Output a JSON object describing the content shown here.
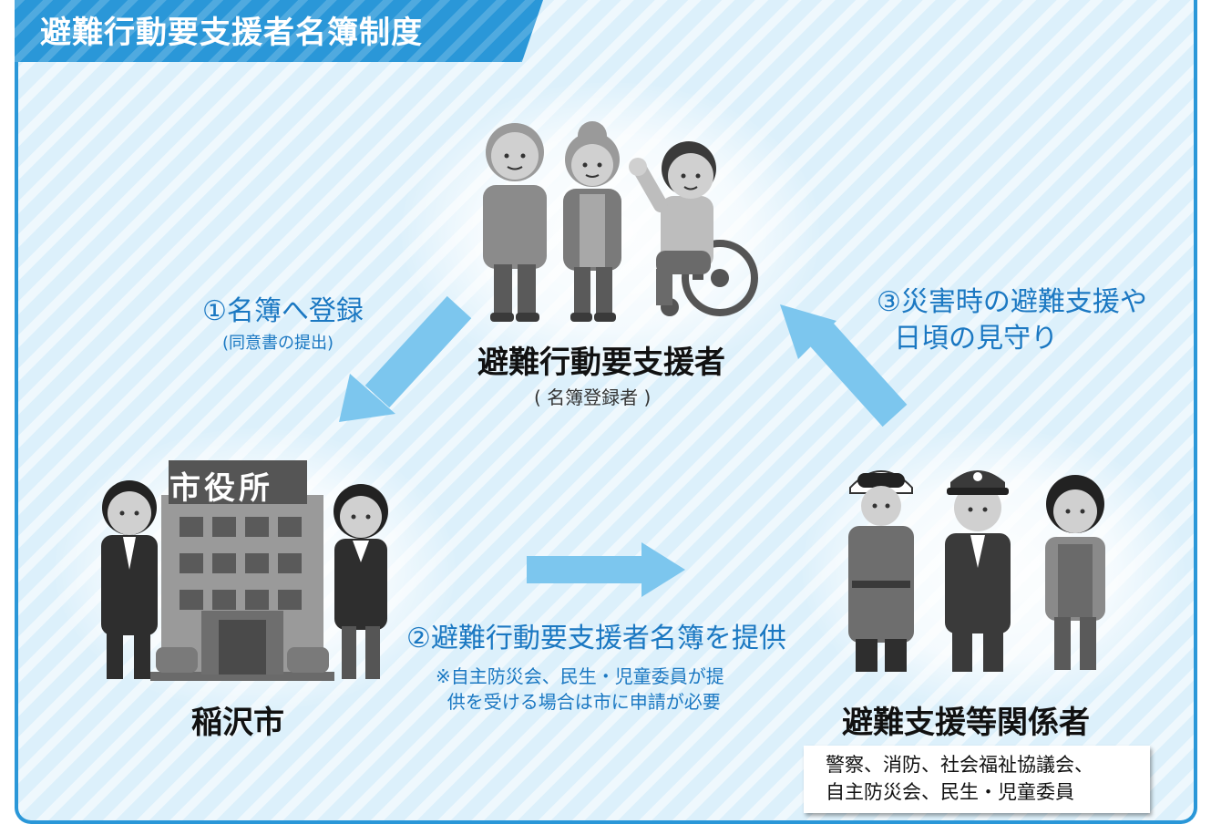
{
  "title": "避難行動要支援者名簿制度",
  "nodes": {
    "supported": {
      "name": "避難行動要支援者",
      "sub": "( 名簿登録者 )"
    },
    "city": {
      "name": "稲沢市",
      "building_sign": "市役所"
    },
    "supporters": {
      "name": "避難支援等関係者",
      "members": "警察、消防、社会福祉協議会、\n自主防災会、民生・児童委員"
    }
  },
  "steps": {
    "step1": {
      "label": "①名簿へ登録",
      "sub": "(同意書の提出)"
    },
    "step2": {
      "label": "②避難行動要支援者名簿を提供",
      "note": "※自主防災会、民生・児童委員が提\n  供を受ける場合は市に申請が必要"
    },
    "step3": {
      "label": "③災害時の避難支援や\n  日頃の見守り"
    }
  },
  "colors": {
    "accent": "#2a97d8",
    "arrow": "#7cc6ee",
    "step_text": "#1b78c2",
    "background": "#dcf0fb"
  }
}
